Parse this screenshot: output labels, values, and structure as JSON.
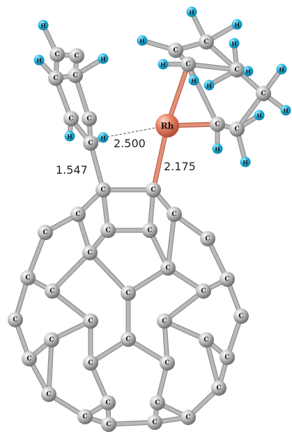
{
  "labels": {
    "carbon": "C",
    "hydrogen": "H",
    "rhodium": "Rh"
  },
  "distances": [
    {
      "key": "h_rh",
      "text": "2.500"
    },
    {
      "key": "c_c",
      "text": "1.547"
    },
    {
      "key": "c_rh",
      "text": "2.175"
    }
  ],
  "colors": {
    "carbon": "#9a9a9a",
    "hydrogen": "#1fb6e8",
    "rhodium": "#e07a5c",
    "bond": "#b9b9b9",
    "rh_bond": "#e3907a"
  }
}
